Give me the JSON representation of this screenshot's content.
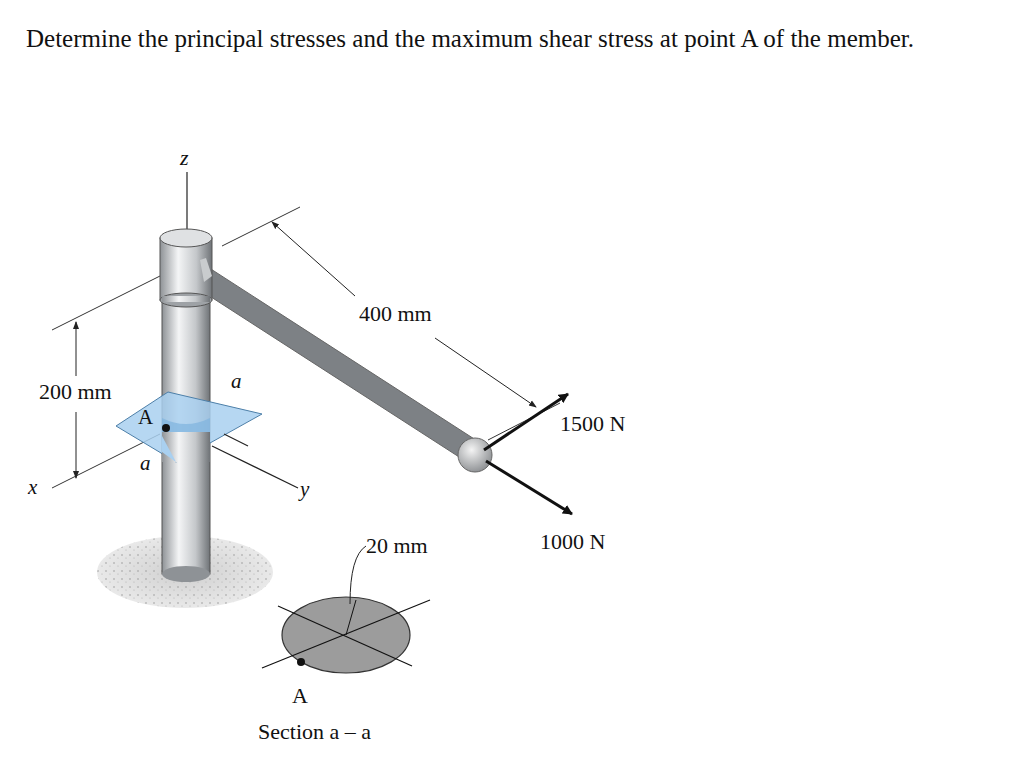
{
  "diagram": {
    "title": "Determine the principal stresses and the maximum shear stress at point A of the member.",
    "labels": [
      "z",
      "400 mm",
      "200 mm",
      "a",
      "A",
      "a",
      "x",
      "y",
      "1500 N",
      "20 mm",
      "1000 N",
      "A",
      "Section a – a"
    ]
  }
}
